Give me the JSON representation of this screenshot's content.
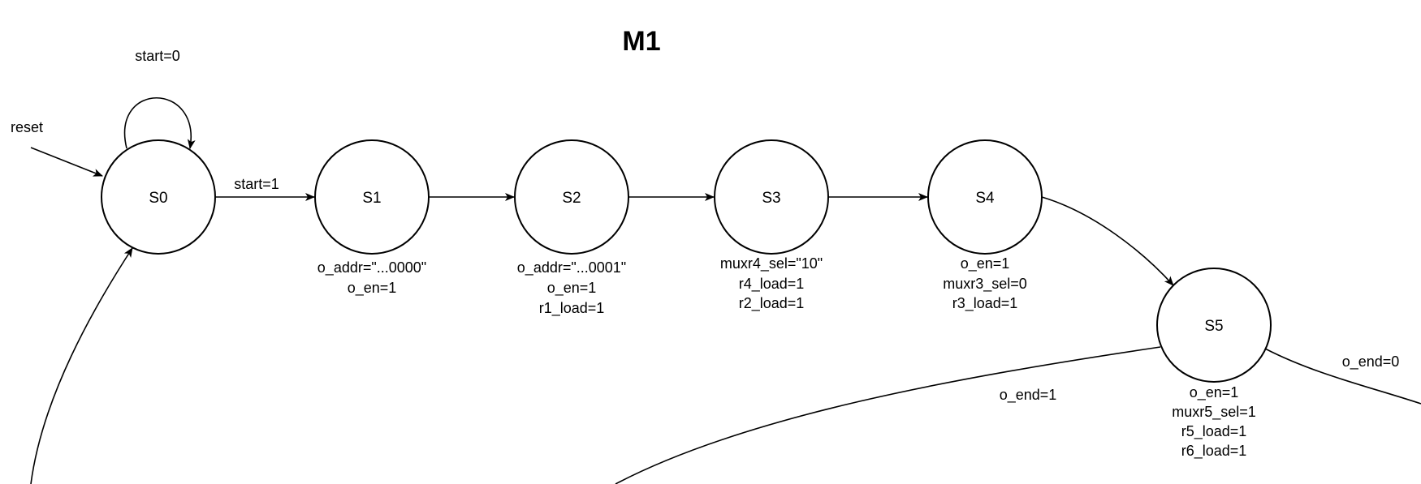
{
  "title": "M1",
  "states": [
    {
      "id": "S0",
      "label": "S0",
      "actions": []
    },
    {
      "id": "S1",
      "label": "S1",
      "actions": [
        "o_addr=\"...0000\"",
        "o_en=1"
      ]
    },
    {
      "id": "S2",
      "label": "S2",
      "actions": [
        "o_addr=\"...0001\"",
        "o_en=1",
        "r1_load=1"
      ]
    },
    {
      "id": "S3",
      "label": "S3",
      "actions": [
        "muxr4_sel=\"10\"",
        "r4_load=1",
        "r2_load=1"
      ]
    },
    {
      "id": "S4",
      "label": "S4",
      "actions": [
        "o_en=1",
        "muxr3_sel=0",
        "r3_load=1"
      ]
    },
    {
      "id": "S5",
      "label": "S5",
      "actions": [
        "o_en=1",
        "muxr5_sel=1",
        "r5_load=1",
        "r6_load=1"
      ]
    }
  ],
  "transitions": [
    {
      "id": "reset",
      "label": "reset"
    },
    {
      "id": "s0-self",
      "label": "start=0"
    },
    {
      "id": "s0-s1",
      "label": "start=1"
    },
    {
      "id": "s1-s2",
      "label": ""
    },
    {
      "id": "s2-s3",
      "label": ""
    },
    {
      "id": "s3-s4",
      "label": ""
    },
    {
      "id": "s4-s5",
      "label": ""
    },
    {
      "id": "s5-end1",
      "label": "o_end=1"
    },
    {
      "id": "s5-end0",
      "label": "o_end=0"
    },
    {
      "id": "return-s0",
      "label": ""
    }
  ]
}
